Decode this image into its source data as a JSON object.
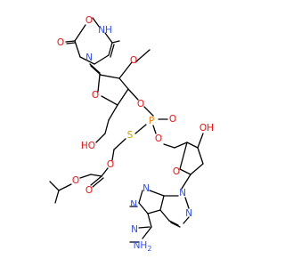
{
  "colors": {
    "bond": "#000000",
    "oxygen": "#ff0d0d",
    "nitrogen": "#3050f8",
    "sulfur": "#c8a000",
    "phosphorus": "#ff8000",
    "carbon_text": "#000000"
  },
  "atoms": {
    "uracil_o_top": "O",
    "uracil_nh": "NH",
    "uracil_o_right": "O",
    "uracil_n1": "N",
    "methoxy_o": "O",
    "sugar1_ring_o": "O",
    "sugar1_o3": "O",
    "phosphorus": "P",
    "p_oxo": "O",
    "p_o_right": "O",
    "sulfur": "S",
    "hydroxyl_left": "HO",
    "carbonate_o1": "O",
    "carbonate_o_carbonyl": "O",
    "carbonate_o2": "O",
    "hydroxyl_right": "OH",
    "sugar2_ring_o": "O",
    "adenine_n9": "N",
    "adenine_n7": "N",
    "adenine_n3": "N",
    "adenine_n1": "N",
    "adenine_nh2": "NH",
    "adenine_nh2_sub": "2"
  }
}
